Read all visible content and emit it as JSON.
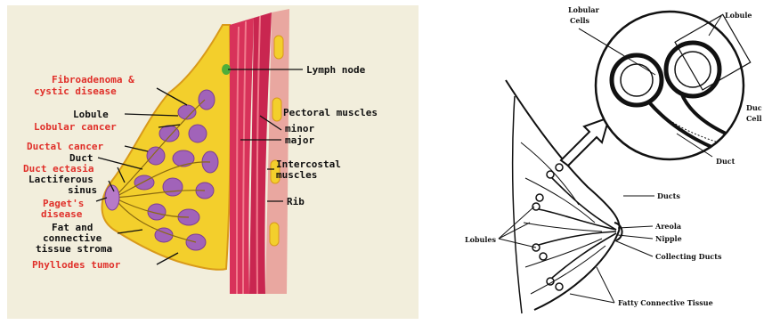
{
  "colors": {
    "panel_bg": "#f2eedc",
    "fat": "#f3cf2c",
    "fat_edge": "#d99a1a",
    "lobule": "#a163b9",
    "muscle": "#d8325a",
    "muscle_light": "#f07a8c",
    "red_label": "#e0302a",
    "black_label": "#111111",
    "line_art": "#111111"
  },
  "left_figure": {
    "labels": {
      "fibroadenoma": "Fibroadenoma &",
      "cystic": "cystic disease",
      "lobule": "Lobule",
      "lobular_cancer": "Lobular cancer",
      "ductal_cancer": "Ductal cancer",
      "duct": "Duct",
      "duct_ectasia": "Duct ectasia",
      "lactiferous": "Lactiferous",
      "sinus": "sinus",
      "pagets": "Paget's",
      "disease": "disease",
      "fat_and": "Fat and",
      "connective": "connective",
      "tissue_stroma": "tissue stroma",
      "phyllodes": "Phyllodes tumor",
      "lymph_node": "Lymph node",
      "pectoral": "Pectoral muscles",
      "minor": "minor",
      "major": "major",
      "intercostal": "Intercostal",
      "muscles": "muscles",
      "rib": "Rib"
    }
  },
  "right_figure": {
    "labels": {
      "lobular": "Lobular",
      "cells": "Cells",
      "lobule": "Lobule",
      "duct_top": "Duc",
      "cell_top": "Cell",
      "duct": "Duct",
      "ducts": "Ducts",
      "areola": "Areola",
      "nipple": "Nipple",
      "collecting": "Collecting Ducts",
      "lobules": "Lobules",
      "fatty": "Fatty Connective Tissue"
    }
  }
}
